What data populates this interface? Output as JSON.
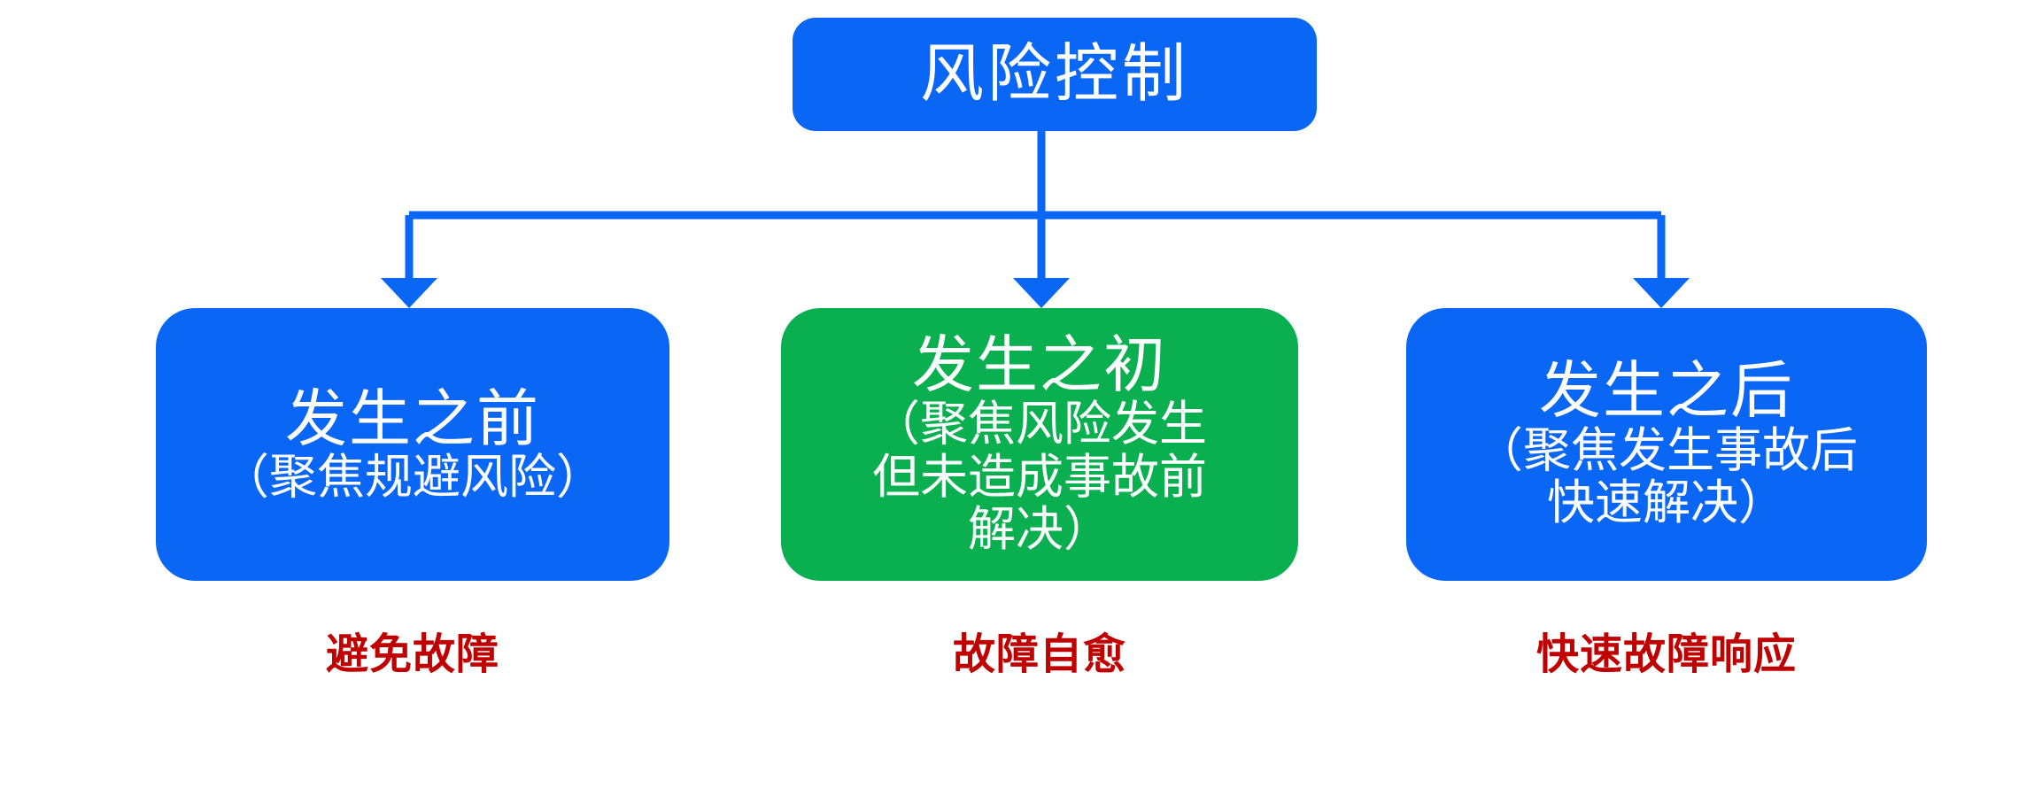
{
  "diagram": {
    "type": "hierarchy-tree",
    "root": {
      "title": "风险控制",
      "color": "#0a66f5",
      "text_color": "#ffffff"
    },
    "connector": {
      "color": "#0a66f5",
      "style": "orthogonal-elbow-with-arrowheads"
    },
    "branches": [
      {
        "title": "发生之前",
        "subtitle": "（聚焦规避风险）",
        "color": "#0a66f5",
        "text_color": "#ffffff",
        "outcome": "避免故障",
        "outcome_color": "#c00000"
      },
      {
        "title": "发生之初",
        "subtitle": "（聚焦风险发生但未造成事故前解决）",
        "color": "#0aaf50",
        "text_color": "#ffffff",
        "outcome": "故障自愈",
        "outcome_color": "#c00000"
      },
      {
        "title": "发生之后",
        "subtitle": "（聚焦发生事故后快速解决）",
        "color": "#0a66f5",
        "text_color": "#ffffff",
        "outcome": "快速故障响应",
        "outcome_color": "#c00000"
      }
    ]
  }
}
